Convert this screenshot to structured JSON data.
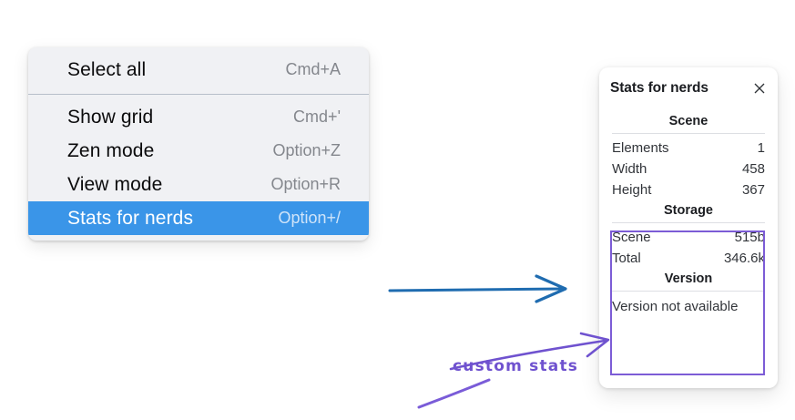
{
  "context_menu": {
    "name": "canvas-context-menu",
    "sections": [
      {
        "items": [
          {
            "label": "Select all",
            "shortcut": "Cmd+A",
            "selected": false
          }
        ]
      },
      {
        "items": [
          {
            "label": "Show grid",
            "shortcut": "Cmd+'",
            "selected": false
          },
          {
            "label": "Zen mode",
            "shortcut": "Option+Z",
            "selected": false
          },
          {
            "label": "View mode",
            "shortcut": "Option+R",
            "selected": false
          },
          {
            "label": "Stats for nerds",
            "shortcut": "Option+/",
            "selected": true
          }
        ]
      }
    ],
    "highlight_color": "#3a95e8"
  },
  "stats_panel": {
    "title": "Stats for nerds",
    "close_icon": "close-icon",
    "scene": {
      "heading": "Scene",
      "rows": [
        {
          "key": "Elements",
          "value": "1"
        },
        {
          "key": "Width",
          "value": "458"
        },
        {
          "key": "Height",
          "value": "367"
        }
      ]
    },
    "storage": {
      "heading": "Storage",
      "rows": [
        {
          "key": "Scene",
          "value": "515b"
        },
        {
          "key": "Total",
          "value": "346.6k"
        }
      ]
    },
    "version": {
      "heading": "Version",
      "note": "Version not available"
    }
  },
  "annotations": {
    "custom_stats_label": "custom stats",
    "ink_color": "#6f52cf",
    "flow_arrow_color": "#1f6cb0"
  }
}
